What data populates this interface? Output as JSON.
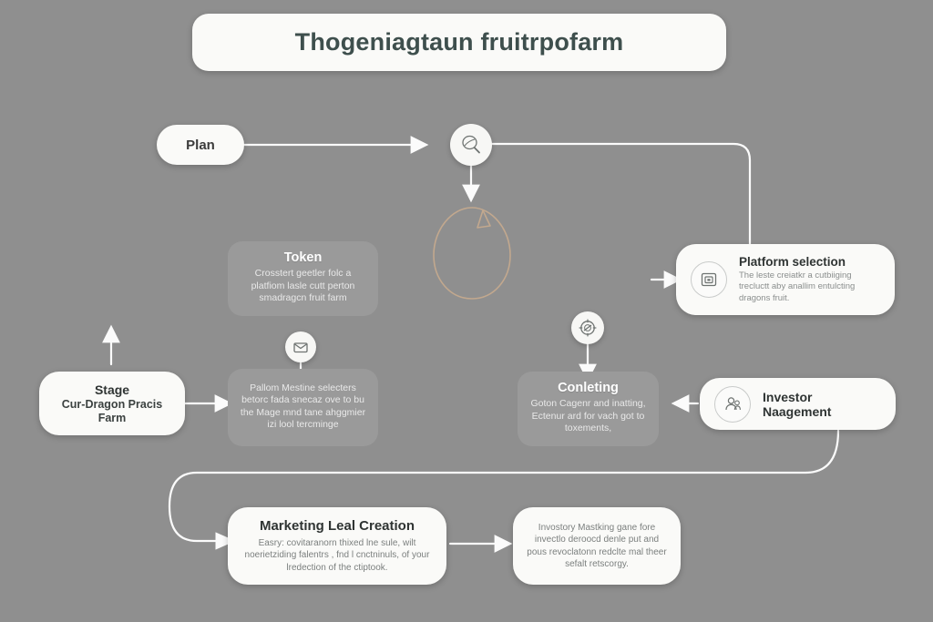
{
  "page": {
    "background_color": "#8f8f8f",
    "title": "Thogeniagtaun fruitrpofarm"
  },
  "nodes": {
    "plan": {
      "label": "Plan",
      "icon": "plan-pill"
    },
    "search_circle": {
      "icon": "magnifier-leaf-icon"
    },
    "fruit_shape": {
      "icon": "dragon-fruit-outline-icon",
      "color": "#c4a88c"
    },
    "token": {
      "heading": "Token",
      "body": "Crosstert geetler folc a platfiom lasle cutt perton smadragcn fruit farm"
    },
    "platform_selection": {
      "heading": "Platform selection",
      "body": "The leste creiatkr a cutbiiging trecluctt aby anallim entulcting dragons fruit.",
      "icon": "platform-box-icon"
    },
    "stage": {
      "heading": "Stage",
      "body": "Cur-Dragon Pracis Farm"
    },
    "mail_circle": {
      "icon": "envelope-icon"
    },
    "platform_mestine": {
      "heading": "",
      "body": "Pallom Mestine selecters betorc fada snecaz ove to bu the Mage mnd tane ahggmier izi lool tercminge"
    },
    "target_circle": {
      "icon": "target-compass-icon"
    },
    "conleting": {
      "heading": "Conleting",
      "body": "Goton Cagenr and inatting, Ectenur ard for vach got to toxements,"
    },
    "investor_management": {
      "heading": "Investor Naagement",
      "icon": "investor-person-icon"
    },
    "marketing_lead_creation": {
      "heading": "Marketing Leal Creation",
      "body": "Easry: covitaranorn thixed lne sule, wilt noerietziding falentrs , fnd l cnctninuls, of your lredection of the ctiptook."
    },
    "inventory_masking": {
      "heading": "",
      "body": "Invostory Mastking gane fore invectlo deroocd denle put and pous revoclatonn redclte mal theer sefalt retscorgy."
    }
  },
  "connectors": [
    {
      "name": "plan-to-search",
      "from": "plan",
      "to": "search_circle",
      "arrow": "right"
    },
    {
      "name": "search-to-fruit",
      "from": "search_circle",
      "to": "fruit_shape",
      "arrow": "down"
    },
    {
      "name": "search-to-platform-selection",
      "from": "search_circle",
      "to": "platform_selection",
      "arrow": "right"
    },
    {
      "name": "stage-up-arrow",
      "from": "stage",
      "to": "token",
      "arrow": "up"
    },
    {
      "name": "stage-to-platform-mestine",
      "from": "stage",
      "to": "platform_mestine",
      "arrow": "right"
    },
    {
      "name": "target-to-conleting",
      "from": "target_circle",
      "to": "conleting",
      "arrow": "down"
    },
    {
      "name": "investor-to-conleting",
      "from": "investor_management",
      "to": "conleting",
      "arrow": "left"
    },
    {
      "name": "investor-to-marketing",
      "from": "investor_management",
      "to": "marketing_lead_creation",
      "arrow": "right"
    },
    {
      "name": "marketing-to-inventory",
      "from": "marketing_lead_creation",
      "to": "inventory_masking",
      "arrow": "right"
    }
  ]
}
